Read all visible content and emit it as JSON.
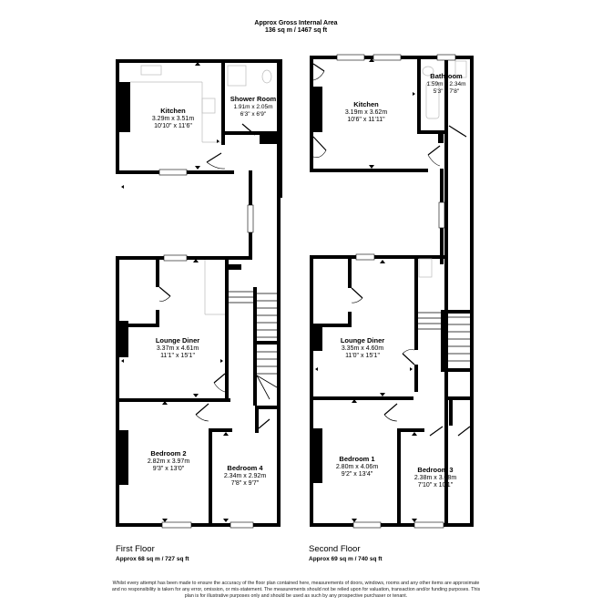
{
  "header": {
    "title": "Approx Gross Internal Area",
    "area": "136 sq m / 1467 sq ft"
  },
  "floors": [
    {
      "title": "First Floor",
      "area": "Approx 68 sq m / 727 sq ft",
      "rooms": [
        {
          "name": "Kitchen",
          "metric": "3.29m x 3.51m",
          "imperial": "10'10\" x 11'6\""
        },
        {
          "name": "Shower Room",
          "metric": "1.91m x 2.05m",
          "imperial": "6'3\" x 6'9\""
        },
        {
          "name": "Lounge Diner",
          "metric": "3.37m x 4.61m",
          "imperial": "11'1\" x 15'1\""
        },
        {
          "name": "Bedroom 2",
          "metric": "2.82m x 3.97m",
          "imperial": "9'3\" x 13'0\""
        },
        {
          "name": "Bedroom 4",
          "metric": "2.34m x 2.92m",
          "imperial": "7'8\" x 9'7\""
        }
      ]
    },
    {
      "title": "Second Floor",
      "area": "Approx 69 sq m / 740 sq ft",
      "rooms": [
        {
          "name": "Kitchen",
          "metric": "3.19m x 3.62m",
          "imperial": "10'6\" x 11'11\""
        },
        {
          "name": "Bathroom",
          "metric": "1.59m x 2.34m",
          "imperial": "5'3\" x 7'8\""
        },
        {
          "name": "Lounge Diner",
          "metric": "3.35m x 4.60m",
          "imperial": "11'0\" x 15'1\""
        },
        {
          "name": "Bedroom 1",
          "metric": "2.80m x 4.06m",
          "imperial": "9'2\" x 13'4\""
        },
        {
          "name": "Bedroom 3",
          "metric": "2.38m x 3.08m",
          "imperial": "7'10\" x 10'1\""
        }
      ]
    }
  ],
  "disclaimer": "Whilst every attempt has been made to ensure the accuracy of the floor plan contained here, measurements of doors, windows, rooms and any other items are approximate and no responsibility is taken for any error, omission, or mis-statement. The measurements should not be relied upon for valuation, transaction and/or funding purposes. This plan is for illustrative purposes only and should be used as such by any prospective purchaser or tenant.",
  "colors": {
    "wall": "#000000",
    "background": "#ffffff",
    "fixture": "#bbbbbb"
  }
}
